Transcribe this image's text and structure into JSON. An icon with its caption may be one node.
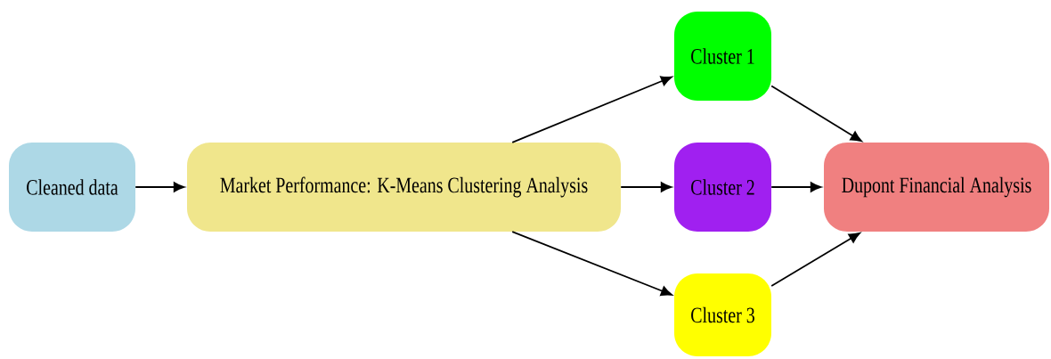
{
  "diagram": {
    "nodes": [
      {
        "text": [
          "Cleaned data"
        ]
      },
      {
        "text": [
          "Market Performance: K-Means Clustering Analysis"
        ]
      },
      {
        "text": [
          "Cluster 1"
        ]
      },
      {
        "text": [
          "Cluster 2"
        ]
      },
      {
        "text": [
          "Cluster 3"
        ]
      },
      {
        "text": [
          "Dupont Financial Analysis"
        ]
      }
    ],
    "edges": [
      {
        "from": 0,
        "to": 1,
        "arrow": "to"
      },
      {
        "from": 1,
        "to": 2,
        "arrow": "to"
      },
      {
        "from": 1,
        "to": 3,
        "arrow": "to"
      },
      {
        "from": 1,
        "to": 4,
        "arrow": "to"
      },
      {
        "from": 2,
        "to": 5,
        "arrow": "to"
      },
      {
        "from": 3,
        "to": 5,
        "arrow": "to"
      },
      {
        "from": 4,
        "to": 5,
        "arrow": "to"
      }
    ]
  }
}
